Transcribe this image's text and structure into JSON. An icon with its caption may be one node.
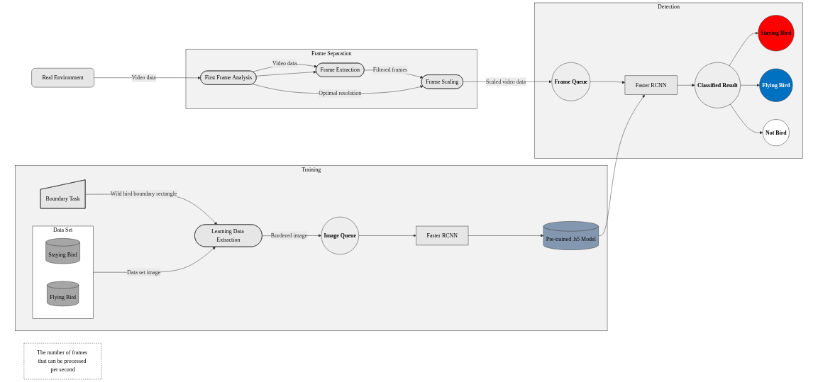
{
  "diagram": {
    "nodes": [
      {
        "text": [
          "Real Environment"
        ]
      },
      {
        "text": [
          "Frame Separation"
        ]
      },
      {
        "text": [
          "First Frame Analysis"
        ],
        "in": 1
      },
      {
        "text": [
          "Frame Extraction"
        ],
        "in": 1
      },
      {
        "text": [
          "Frame Scaling"
        ],
        "in": 1
      },
      {
        "text": [
          "The number of frames that can be processed per second"
        ]
      },
      {
        "text": [
          "Detection"
        ]
      },
      {
        "text": [
          "Frame Queue"
        ],
        "in": 6
      },
      {
        "text": [
          "Faster RCNN"
        ],
        "in": 6
      },
      {
        "text": [
          "Classified Result"
        ],
        "in": 6
      },
      {
        "text": [
          "Staying Bird"
        ],
        "in": 6
      },
      {
        "text": [
          "Flying Bird"
        ],
        "in": 6
      },
      {
        "text": [
          "Not Bird"
        ],
        "in": 6
      },
      {
        "text": [
          "Training"
        ]
      },
      {
        "text": [
          "Data Set"
        ],
        "in": 13
      },
      {
        "text": [
          "Staying Bird"
        ],
        "in": 14
      },
      {
        "text": [
          "Flying Bird"
        ],
        "in": 14
      },
      {
        "text": [
          "Learning Data Extraction"
        ],
        "in": 13
      },
      {
        "text": [
          "Boundary Task"
        ],
        "in": 13
      },
      {
        "text": [
          "Image Queue"
        ],
        "in": 13
      },
      {
        "text": [
          "Faster RCNN"
        ],
        "in": 13
      },
      {
        "text": [
          "Pre-trained .h5 Model"
        ],
        "in": 13
      }
    ],
    "edges": [
      {
        "from": 0,
        "to": 2,
        "arrow": "to",
        "label": "Video data"
      },
      {
        "from": 2,
        "to": 3,
        "arrow": "to",
        "label": "Video data"
      },
      {
        "from": 2,
        "to": 3,
        "arrow": "to"
      },
      {
        "from": 3,
        "to": 4,
        "arrow": "to",
        "label": "Filtered frames"
      },
      {
        "from": 2,
        "to": 4,
        "arrow": "to",
        "label": "Optimal resolution"
      },
      {
        "from": 4,
        "to": 7,
        "arrow": "to",
        "label": "Scaled video data"
      },
      {
        "from": 7,
        "to": 8,
        "arrow": "to"
      },
      {
        "from": 8,
        "to": 9,
        "arrow": "to"
      },
      {
        "from": 9,
        "to": 10,
        "arrow": "to"
      },
      {
        "from": 9,
        "to": 11,
        "arrow": "to"
      },
      {
        "from": 9,
        "to": 12,
        "arrow": "to"
      },
      {
        "from": 14,
        "to": 17,
        "arrow": "to",
        "label": "Data set image"
      },
      {
        "from": 18,
        "to": 17,
        "arrow": "to",
        "label": "Wild bird boundary rectangle"
      },
      {
        "from": 17,
        "to": 19,
        "arrow": "to",
        "label": "Bordered image"
      },
      {
        "from": 19,
        "to": 20,
        "arrow": "to"
      },
      {
        "from": 20,
        "to": 21,
        "arrow": "to"
      },
      {
        "from": 21,
        "to": 8,
        "arrow": "to"
      }
    ]
  }
}
